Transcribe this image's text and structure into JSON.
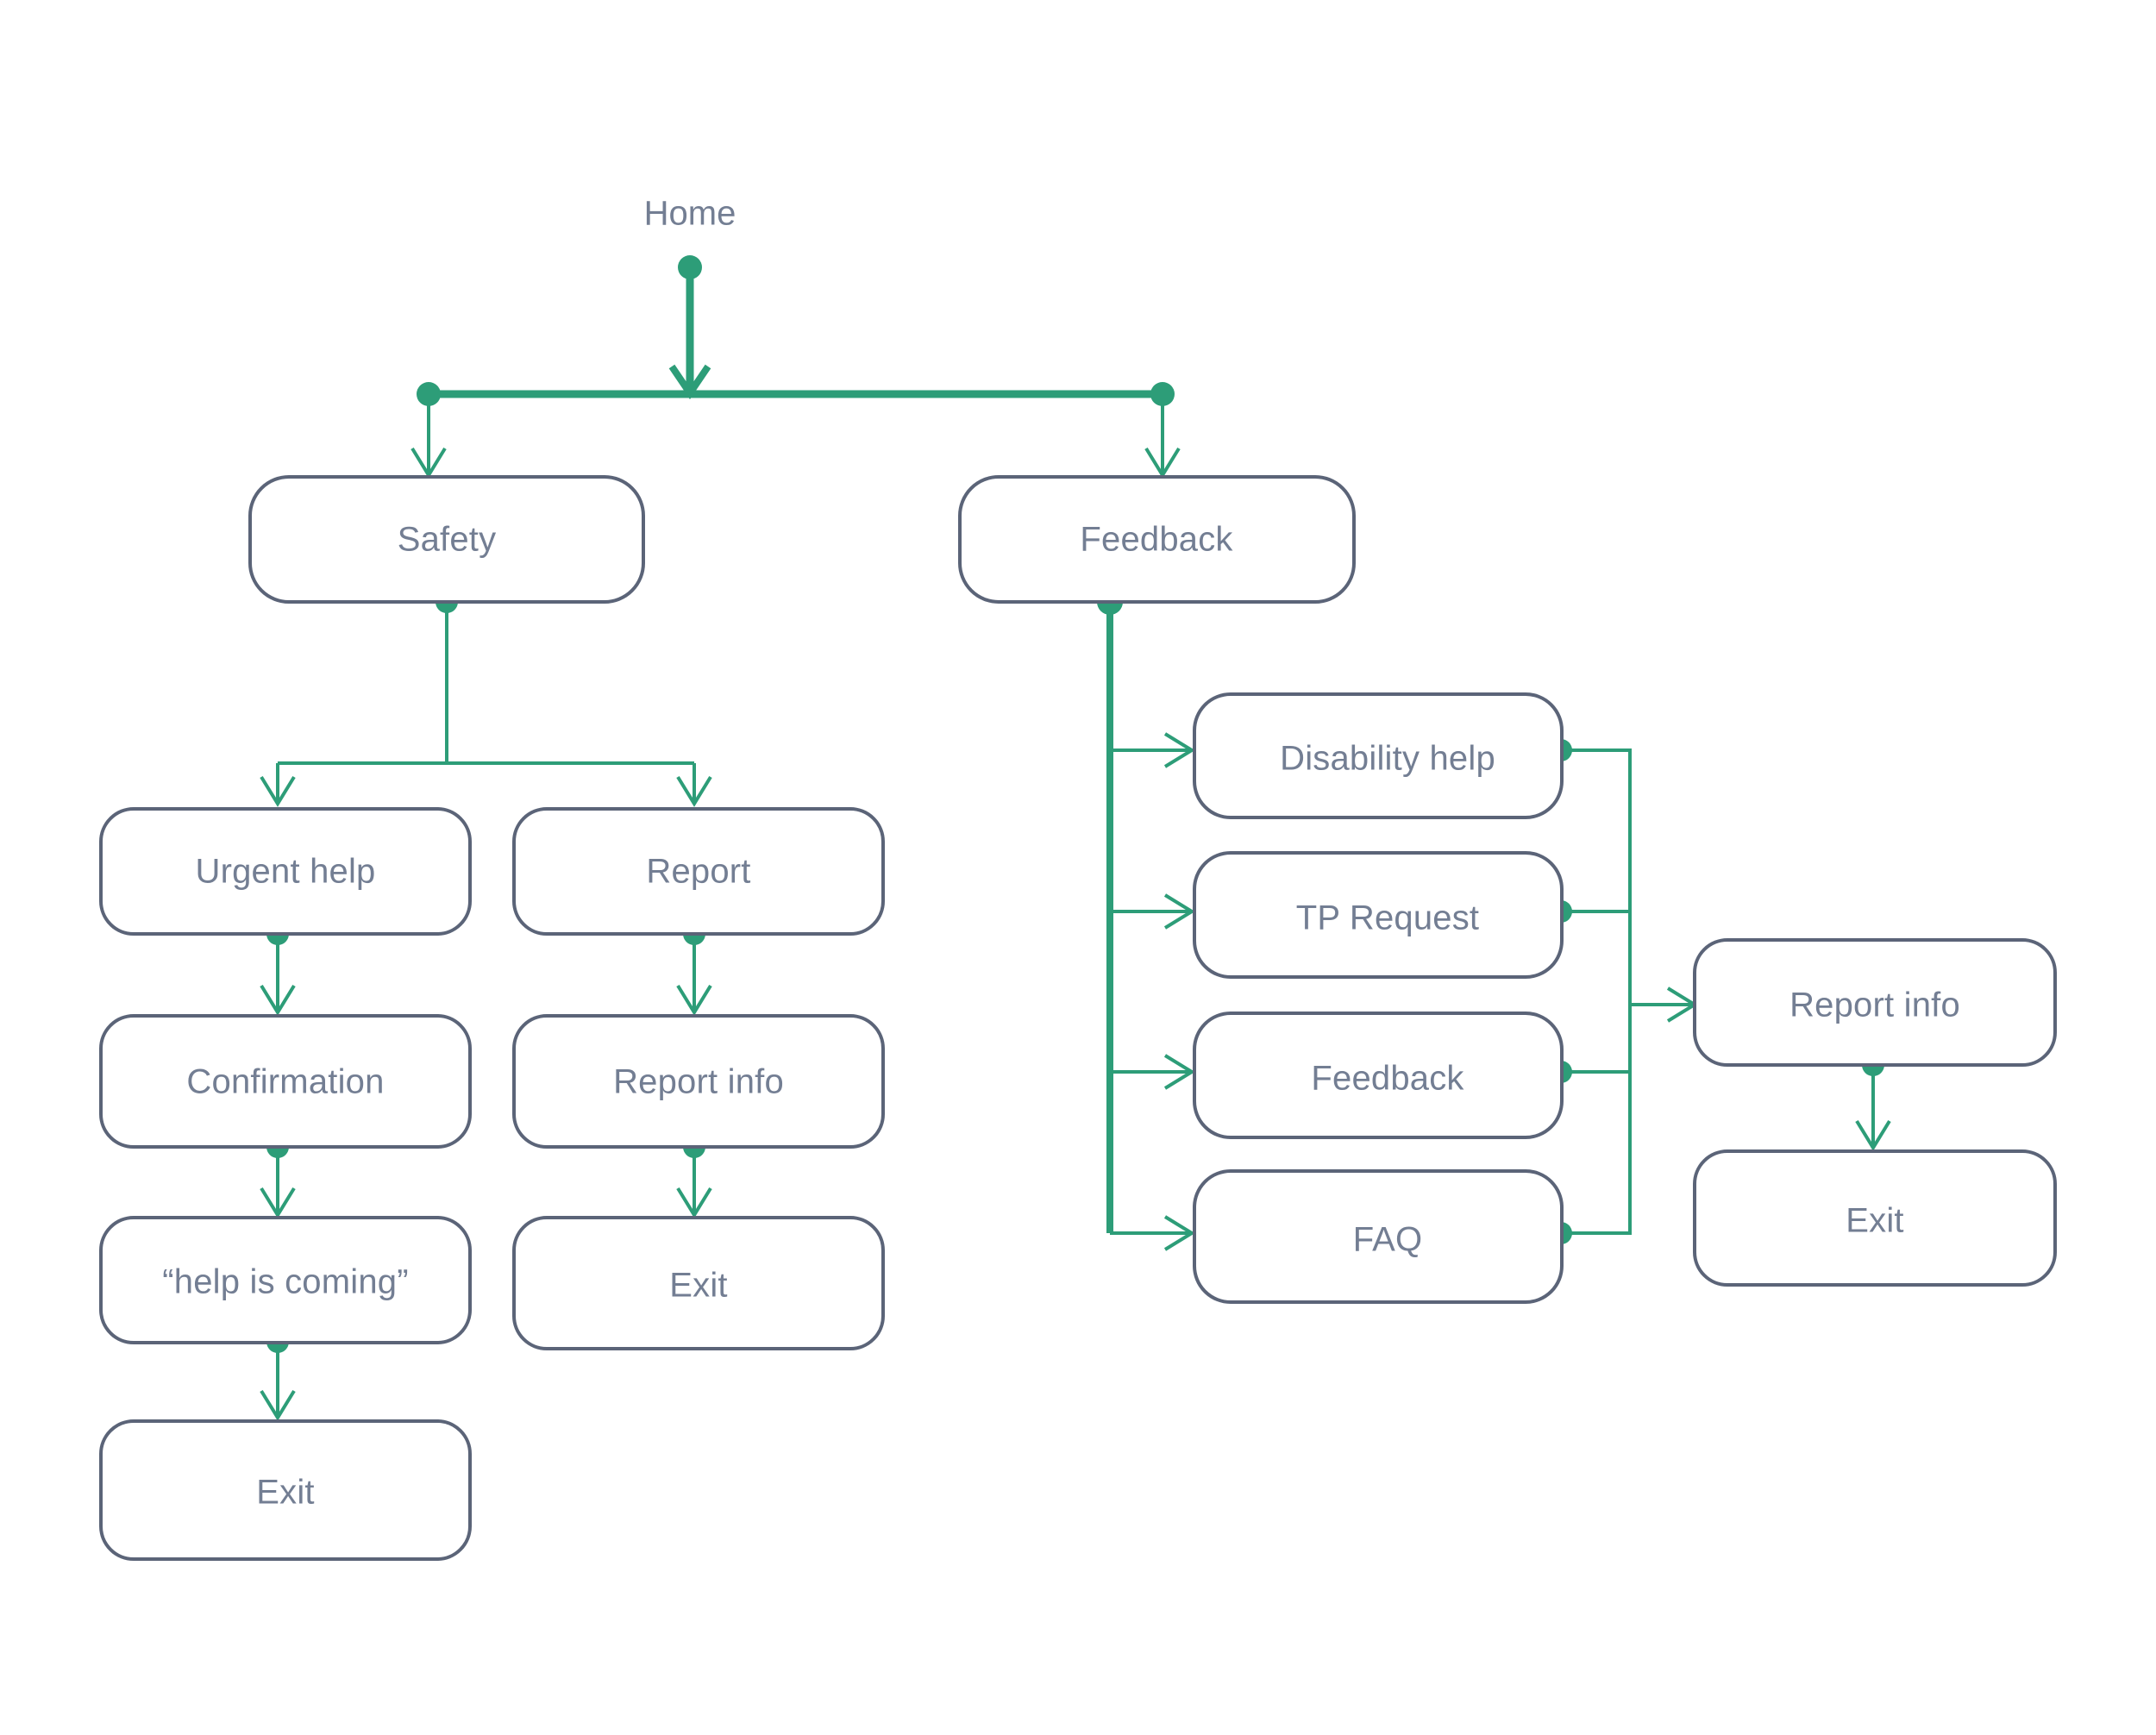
{
  "diagram": {
    "title": "Home",
    "accent_color": "#2d9d78",
    "node_border_color": "#5b6478",
    "node_fill_color": "#ffffff",
    "text_color": "#737e93",
    "background_color": "#ffffff"
  },
  "root": {
    "label": "Home"
  },
  "nodes": {
    "safety": {
      "label": "Safety"
    },
    "feedback_top": {
      "label": "Feedback"
    },
    "urgent_help": {
      "label": "Urgent help"
    },
    "confirmation": {
      "label": "Confirmation"
    },
    "help_is_coming": {
      "label": "“help is coming”"
    },
    "exit_left": {
      "label": "Exit"
    },
    "report": {
      "label": "Report"
    },
    "report_info_mid": {
      "label": "Report info"
    },
    "exit_mid": {
      "label": "Exit"
    },
    "disability_help": {
      "label": "Disability help"
    },
    "tp_request": {
      "label": "TP Request"
    },
    "feedback_sub": {
      "label": "Feedback"
    },
    "faq": {
      "label": "FAQ"
    },
    "report_info_right": {
      "label": "Report info"
    },
    "exit_right": {
      "label": "Exit"
    }
  },
  "branches": {
    "safety_branch": [
      "Urgent help",
      "Report"
    ],
    "urgent_help_flow": [
      "Urgent help",
      "Confirmation",
      "“help is coming”",
      "Exit"
    ],
    "report_flow": [
      "Report",
      "Report info",
      "Exit"
    ],
    "feedback_branch": [
      "Disability help",
      "TP Request",
      "Feedback",
      "FAQ"
    ],
    "feedback_merge_flow": [
      "Report info",
      "Exit"
    ]
  }
}
